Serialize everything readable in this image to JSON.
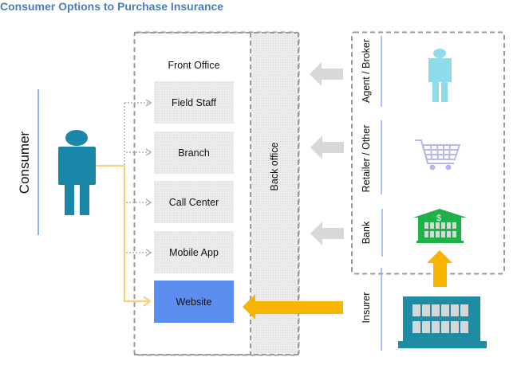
{
  "title": "Consumer Options to Purchase Insurance",
  "consumer": {
    "label": "Consumer",
    "icon": "person-icon"
  },
  "front_office": {
    "label": "Front Office",
    "channels": [
      {
        "label": "Field Staff",
        "highlighted": false
      },
      {
        "label": "Branch",
        "highlighted": false
      },
      {
        "label": "Call Center",
        "highlighted": false
      },
      {
        "label": "Mobile App",
        "highlighted": false
      },
      {
        "label": "Website",
        "highlighted": true
      }
    ]
  },
  "back_office": {
    "label": "Back office"
  },
  "intermediaries": [
    {
      "label": "Agent / Broker",
      "icon": "agent-person-icon"
    },
    {
      "label": "Retailer / Other",
      "icon": "shopping-cart-icon"
    },
    {
      "label": "Bank",
      "icon": "bank-icon",
      "icon_symbol": "$"
    }
  ],
  "insurer": {
    "label": "Insurer",
    "icon": "insurer-building-icon"
  },
  "colors": {
    "title": "#4a7ebf",
    "consumer_icon": "#1a86a8",
    "website_box": "#5b8ef0",
    "agent_icon": "#8ddcec",
    "cart_icon": "#b7b9ee",
    "bank_icon": "#1fb04a",
    "insurer_icon": "#1e8da3",
    "highlight_arrow": "#f7b500",
    "consumer_connector": "#f9cf7a",
    "divider_line": "#8fb0f0"
  }
}
